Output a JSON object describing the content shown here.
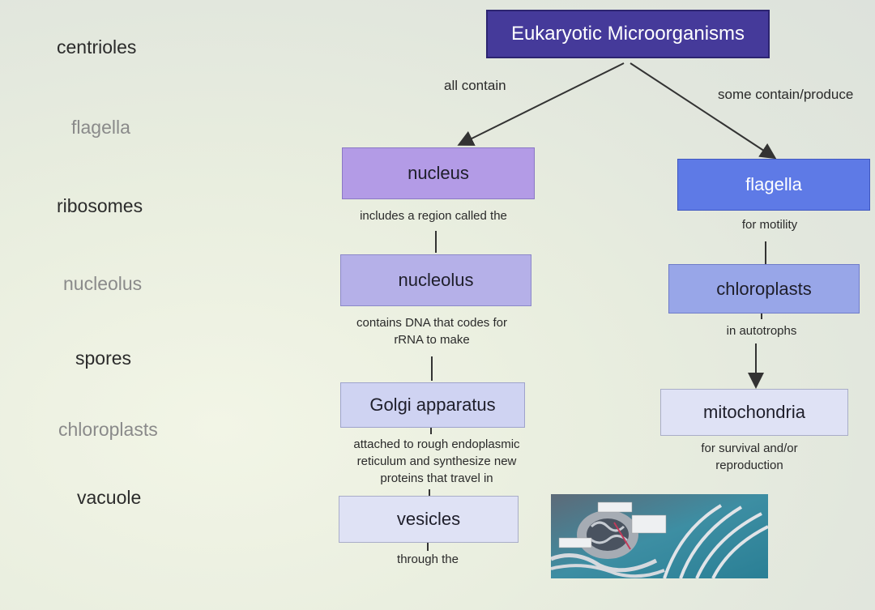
{
  "word_bank": [
    "centrioles",
    "flagella",
    "ribosomes",
    "nucleolus",
    "spores",
    "chloroplasts",
    "vacuole"
  ],
  "title": "Eukaryotic Microorganisms",
  "edge_labels": {
    "left": "all contain",
    "right": "some contain/produce"
  },
  "left_branch": {
    "nucleus": "nucleus",
    "nucleus_note": "includes a region called the",
    "nucleolus": "nucleolus",
    "nucleolus_note": "contains DNA that codes for\nrRNA to make",
    "golgi": "Golgi apparatus",
    "golgi_note": "attached to rough endoplasmic\nreticulum and synthesize new\nproteins that travel in",
    "vesicles": "vesicles",
    "vesicles_note": "through the"
  },
  "right_branch": {
    "flagella": "flagella",
    "flagella_note": "for motility",
    "chloroplasts": "chloroplasts",
    "chloroplasts_note": "in autotrophs",
    "mitochondria": "mitochondria",
    "mitochondria_note": "for survival and/or\nreproduction"
  },
  "colors": {
    "title_box": "#453a9a",
    "nucleus_box": "#b39be6",
    "flagella_box": "#5e7ae6",
    "micrograph_bg": "#2f8fa6"
  }
}
